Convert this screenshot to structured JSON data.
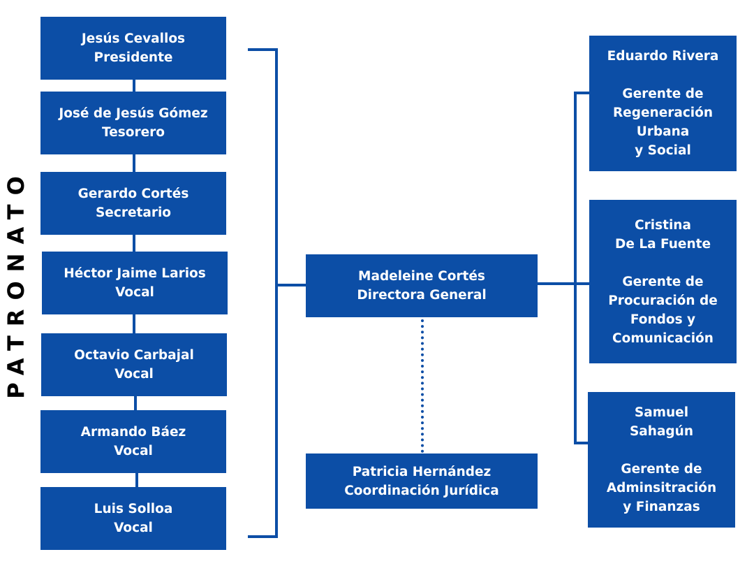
{
  "side_title": "PATRONATO",
  "patronato": [
    {
      "name": "Jesús Cevallos",
      "role": "Presidente"
    },
    {
      "name": "José de Jesús Gómez",
      "role": "Tesorero"
    },
    {
      "name": "Gerardo Cortés",
      "role": "Secretario"
    },
    {
      "name": "Héctor Jaime Larios",
      "role": "Vocal"
    },
    {
      "name": "Octavio Carbajal",
      "role": "Vocal"
    },
    {
      "name": "Armando Báez",
      "role": "Vocal"
    },
    {
      "name": "Luis Solloa",
      "role": "Vocal"
    }
  ],
  "director": {
    "name": "Madeleine Cortés",
    "role": "Directora General"
  },
  "legal": {
    "name": "Patricia Hernández",
    "role": "Coordinación Jurídica"
  },
  "managers": [
    {
      "name_lines": [
        "Eduardo Rivera"
      ],
      "role_lines": [
        "Gerente de",
        "Regeneración",
        "Urbana",
        "y Social"
      ]
    },
    {
      "name_lines": [
        "Cristina",
        "De La Fuente"
      ],
      "role_lines": [
        "Gerente de",
        "Procuración de",
        "Fondos y",
        "Comunicación"
      ]
    },
    {
      "name_lines": [
        "Samuel",
        "Sahagún"
      ],
      "role_lines": [
        "Gerente de",
        "Adminsitración",
        "y Finanzas"
      ]
    }
  ],
  "colors": {
    "box": "#0c4ea6",
    "text": "#ffffff",
    "line": "#0c4ea6"
  }
}
